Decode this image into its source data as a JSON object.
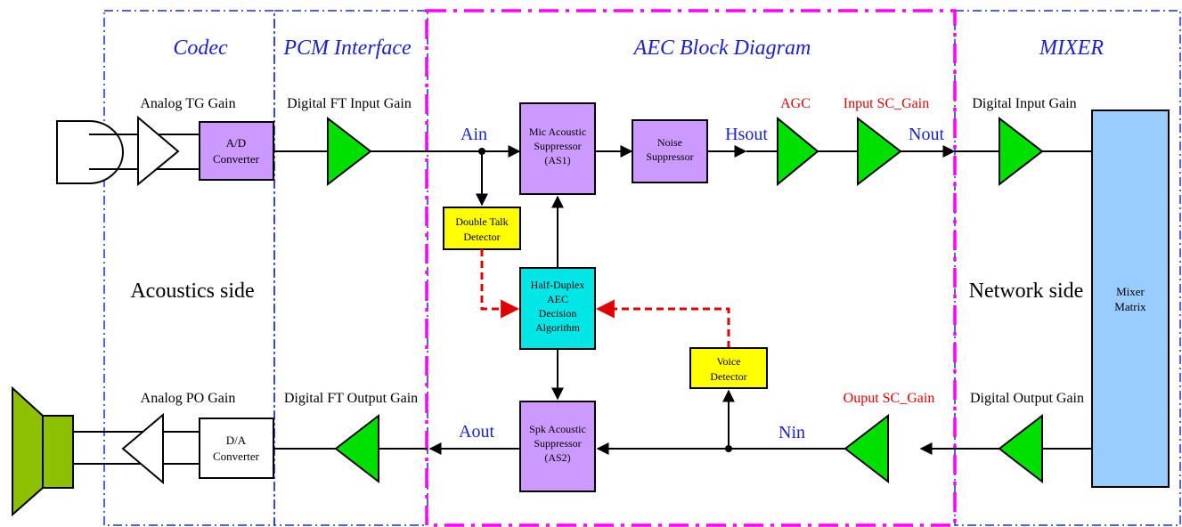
{
  "sections": {
    "codec": "Codec",
    "pcm": "PCM Interface",
    "aec": "AEC Block Diagram",
    "mixer": "MIXER"
  },
  "gains": {
    "analog_tg": "Analog TG Gain",
    "digital_ft_input": "Digital FT Input Gain",
    "agc": "AGC",
    "input_sc": "Input SC_Gain",
    "digital_input": "Digital Input Gain",
    "analog_po": "Analog PO Gain",
    "digital_ft_output": "Digital FT Output Gain",
    "ouput_sc": "Ouput SC_Gain",
    "digital_output": "Digital Output Gain"
  },
  "signals": {
    "ain": "Ain",
    "hsout": "Hsout",
    "nout": "Nout",
    "aout": "Aout",
    "nin": "Nin"
  },
  "blocks": {
    "ad": [
      "A/D",
      "Converter"
    ],
    "da": [
      "D/A",
      "Converter"
    ],
    "mic_as": [
      "Mic Acoustic",
      "Suppressor",
      "(AS1)"
    ],
    "noise": [
      "Noise",
      "Suppressor"
    ],
    "dtd": [
      "Double Talk",
      "Detector"
    ],
    "hd": [
      "Half-Duplex",
      "AEC",
      "Decision",
      "Algorithm"
    ],
    "spk_as": [
      "Spk Acoustic",
      "Suppressor",
      "(AS2)"
    ],
    "voice": [
      "Voice",
      "Detector"
    ],
    "mixer": [
      "Mixer",
      "Matrix"
    ]
  },
  "sides": {
    "acoustics": "Acoustics side",
    "network": "Network side"
  },
  "colors": {
    "blue_frame": "#1a2bd6",
    "magenta_frame": "#ff00ff",
    "title_blue": "#1a22cc",
    "red_label": "#e00000",
    "gain_green": "#00e000",
    "block_purple": "#cc99ff",
    "block_yellow": "#ffff00",
    "block_cyan": "#00e5e5",
    "mixer_blue": "#99ccff",
    "speaker_green": "#8cc000"
  }
}
